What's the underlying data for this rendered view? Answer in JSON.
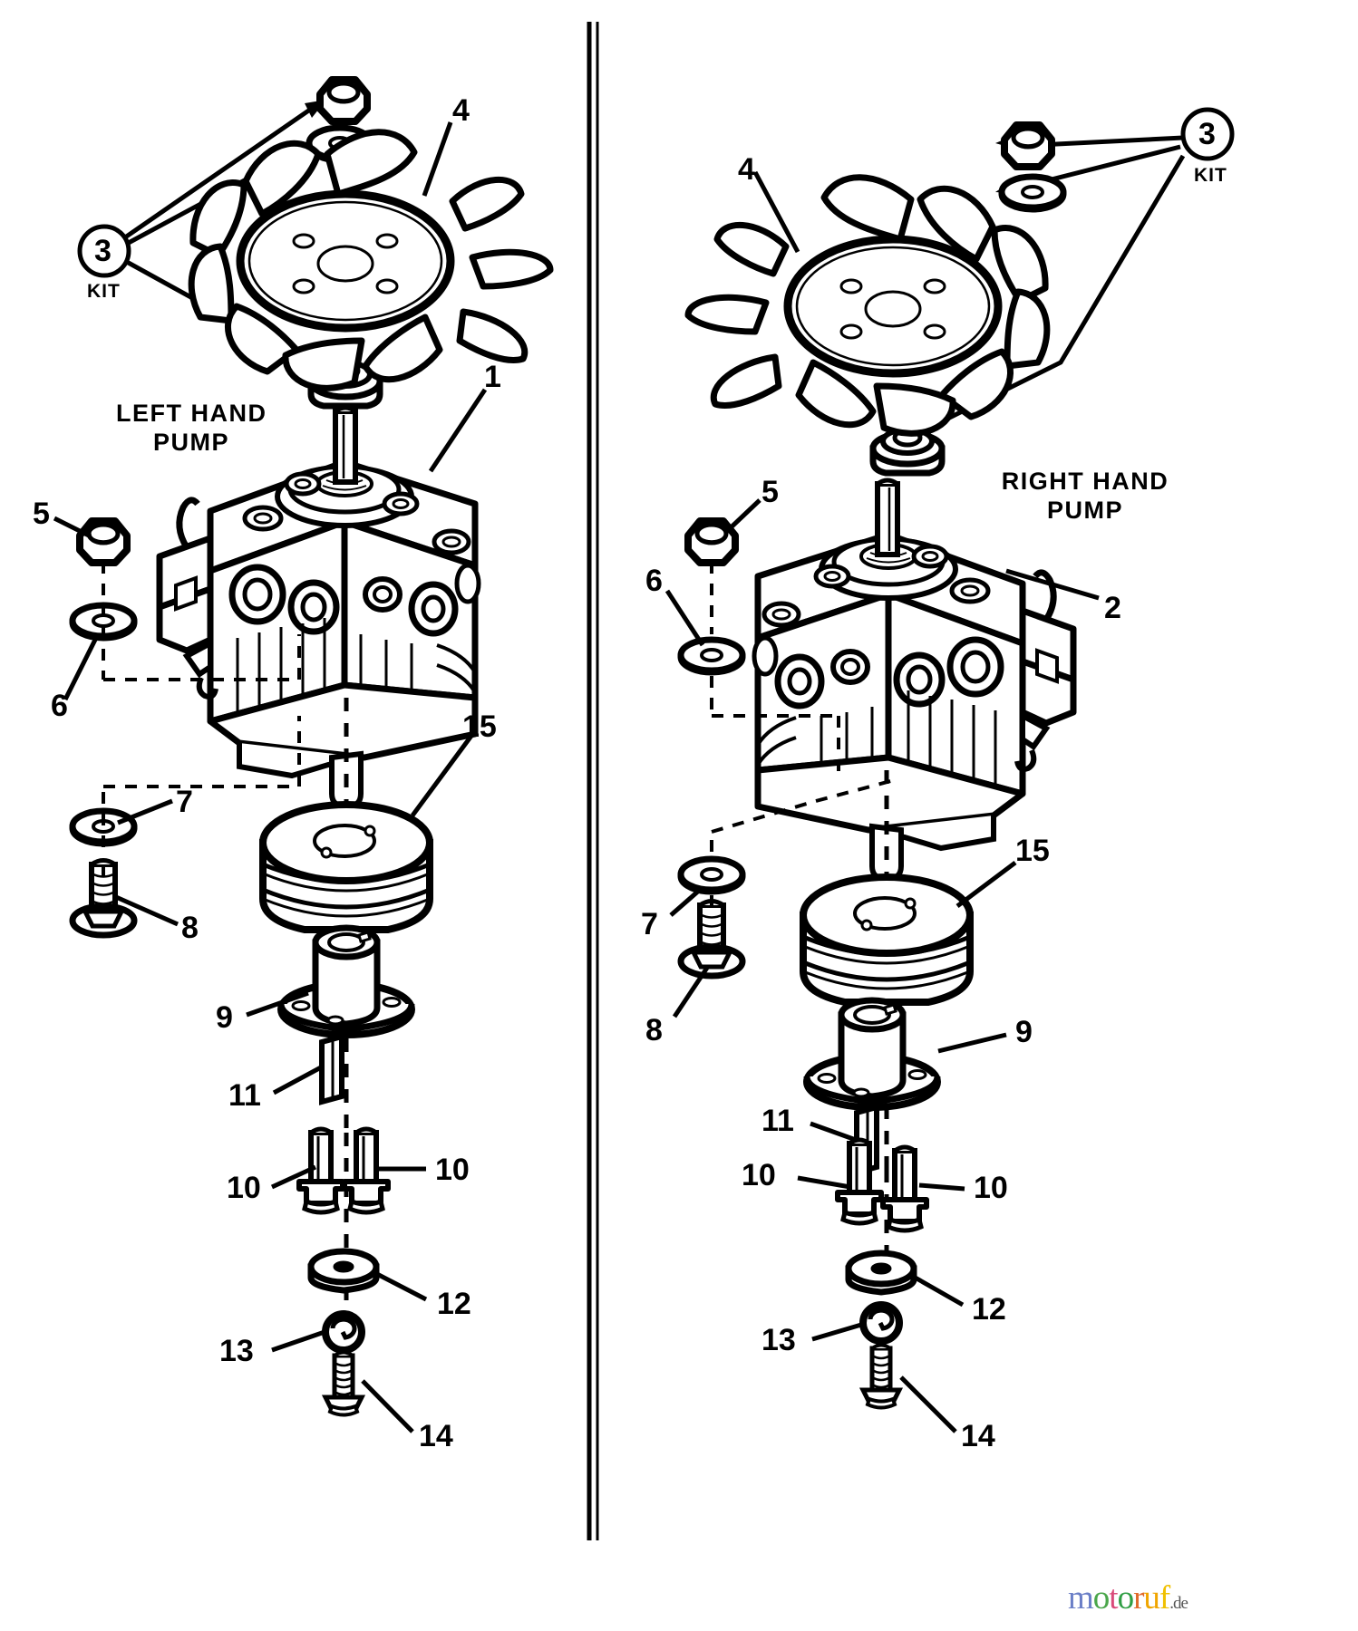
{
  "diagram": {
    "title_left": "LEFT HAND\nPUMP",
    "title_right": "RIGHT HAND\nPUMP",
    "kit_label": "KIT",
    "watermark": {
      "text": "motoruf",
      "suffix": ".de",
      "letters": [
        {
          "ch": "m",
          "color": "#6b7fc7"
        },
        {
          "ch": "o",
          "color": "#4aa64a"
        },
        {
          "ch": "t",
          "color": "#d94b7a"
        },
        {
          "ch": "o",
          "color": "#2f9e44"
        },
        {
          "ch": "r",
          "color": "#e06a2b"
        },
        {
          "ch": "u",
          "color": "#f0a500"
        },
        {
          "ch": "f",
          "color": "#f0c000"
        }
      ]
    }
  },
  "panels": [
    {
      "name": "left-hand-pump",
      "heading": "LEFT HAND\nPUMP",
      "callouts": [
        {
          "id": "3",
          "label": "3",
          "kit": true
        },
        {
          "id": "4",
          "label": "4"
        },
        {
          "id": "1",
          "label": "1"
        },
        {
          "id": "5",
          "label": "5"
        },
        {
          "id": "6",
          "label": "6"
        },
        {
          "id": "7",
          "label": "7"
        },
        {
          "id": "8",
          "label": "8"
        },
        {
          "id": "15",
          "label": "15"
        },
        {
          "id": "9",
          "label": "9"
        },
        {
          "id": "11",
          "label": "11"
        },
        {
          "id": "10a",
          "label": "10"
        },
        {
          "id": "10b",
          "label": "10"
        },
        {
          "id": "12",
          "label": "12"
        },
        {
          "id": "13",
          "label": "13"
        },
        {
          "id": "14",
          "label": "14"
        }
      ]
    },
    {
      "name": "right-hand-pump",
      "heading": "RIGHT HAND\nPUMP",
      "callouts": [
        {
          "id": "3",
          "label": "3",
          "kit": true
        },
        {
          "id": "4",
          "label": "4"
        },
        {
          "id": "2",
          "label": "2"
        },
        {
          "id": "5",
          "label": "5"
        },
        {
          "id": "6",
          "label": "6"
        },
        {
          "id": "7",
          "label": "7"
        },
        {
          "id": "8",
          "label": "8"
        },
        {
          "id": "15",
          "label": "15"
        },
        {
          "id": "9",
          "label": "9"
        },
        {
          "id": "11",
          "label": "11"
        },
        {
          "id": "10a",
          "label": "10"
        },
        {
          "id": "10b",
          "label": "10"
        },
        {
          "id": "12",
          "label": "12"
        },
        {
          "id": "13",
          "label": "13"
        },
        {
          "id": "14",
          "label": "14"
        }
      ]
    }
  ],
  "labels": {
    "L3": "3",
    "L4": "4",
    "L1": "1",
    "L5": "5",
    "L6": "6",
    "L7": "7",
    "L8": "8",
    "L15": "15",
    "L9": "9",
    "L11": "11",
    "L10a": "10",
    "L10b": "10",
    "L12": "12",
    "L13": "13",
    "L14": "14",
    "LKIT": "KIT",
    "LPUMP": "LEFT HAND\nPUMP",
    "R3": "3",
    "R4": "4",
    "R2": "2",
    "R5": "5",
    "R6": "6",
    "R7": "7",
    "R8": "8",
    "R15": "15",
    "R9": "9",
    "R11": "11",
    "R10a": "10",
    "R10b": "10",
    "R12": "12",
    "R13": "13",
    "R14": "14",
    "RKIT": "KIT",
    "RPUMP": "RIGHT HAND\nPUMP"
  }
}
